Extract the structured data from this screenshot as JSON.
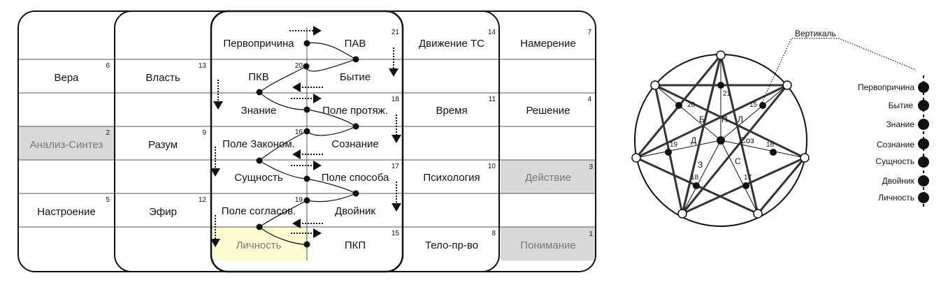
{
  "table": {
    "col_vera": {
      "vera": {
        "label": "Вера",
        "num": "6"
      },
      "analiz": {
        "label": "Анализ-Синтез",
        "num": "2"
      },
      "nastroenie": {
        "label": "Настроение",
        "num": "5"
      }
    },
    "col_vlast": {
      "vlast": {
        "label": "Власть",
        "num": "13"
      },
      "razum": {
        "label": "Разум",
        "num": "9"
      },
      "efir": {
        "label": "Эфир",
        "num": "12"
      }
    },
    "col_center_left": {
      "pervoprichina": {
        "label": "Первопричина"
      },
      "pkv": {
        "label": "ПКВ"
      },
      "znanie": {
        "label": "Знание"
      },
      "pole_zakonom": {
        "label": "Поле Законом."
      },
      "sushchnost": {
        "label": "Сущность"
      },
      "pole_soglasov": {
        "label": "Поле согласов."
      },
      "lichnost": {
        "label": "Личность"
      }
    },
    "col_center_right": {
      "pav": {
        "label": "ПАВ",
        "num": "21"
      },
      "bytie": {
        "label": "Бытие",
        "num": "20"
      },
      "pole_protyazh": {
        "label": "Поле протяж.",
        "num": "18"
      },
      "soznanie": {
        "label": "Сознание",
        "num": "16"
      },
      "pole_sposoba": {
        "label": "Поле способа",
        "num": "17"
      },
      "dvoinik": {
        "label": "Двойник",
        "num": "19"
      },
      "pkp": {
        "label": "ПКП",
        "num": "15"
      }
    },
    "col_dvizhenie": {
      "dvizhenie": {
        "label": "Движение ТС",
        "num": "14"
      },
      "vremya": {
        "label": "Время",
        "num": "11"
      },
      "psihologiya": {
        "label": "Психология",
        "num": "10"
      },
      "telo": {
        "label": "Тело-пр-во",
        "num": "8"
      }
    },
    "col_namerenie": {
      "namerenie": {
        "label": "Намерение",
        "num": "7"
      },
      "reshenie": {
        "label": "Решение",
        "num": "4"
      },
      "deistvie": {
        "label": "Действие",
        "num": "3"
      },
      "ponimanie": {
        "label": "Понимание",
        "num": "1"
      }
    }
  },
  "star": {
    "vertical_label": "Вертикаль",
    "node_numbers": {
      "n21": "21",
      "n20": "20",
      "n15": "15",
      "n19": "19",
      "n16": "16",
      "n18": "18",
      "n17": "17"
    },
    "inner_letters": {
      "b": "Б",
      "p": "П",
      "l": "Л",
      "d": "Д",
      "soz": "Соз",
      "z": "З",
      "s": "С"
    }
  },
  "vertical_list": {
    "items": [
      "Первопричина",
      "Бытие",
      "Знание",
      "Сознание",
      "Сущность",
      "Двойник",
      "Личность"
    ]
  },
  "colors": {
    "grey_cell": "#d9d9d9",
    "yellow_cell": "#fdfbd2",
    "grey_text": "#777777"
  }
}
